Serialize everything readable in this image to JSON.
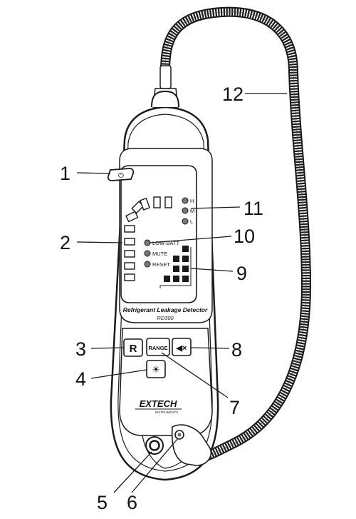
{
  "device": {
    "product_line1": "Refrigerant Leakage Detector",
    "product_model": "RD300",
    "brand": "EXTECH",
    "brand_sub": "INSTRUMENTS"
  },
  "indicators": {
    "range_h": "H",
    "range_m": "M",
    "range_l": "L",
    "low_batt": "LOW-BATT",
    "mute": "MUTE",
    "reset": "RESET"
  },
  "buttons": {
    "power_symbol": "⏻",
    "r_label": "R",
    "range_label": "RANGE",
    "mute_symbol": "◀×",
    "backlight_symbol": "☀"
  },
  "callouts": [
    "1",
    "2",
    "3",
    "4",
    "5",
    "6",
    "7",
    "8",
    "9",
    "10",
    "11",
    "12"
  ],
  "colors": {
    "line": "#1a1a1a",
    "body": "#ffffff"
  }
}
